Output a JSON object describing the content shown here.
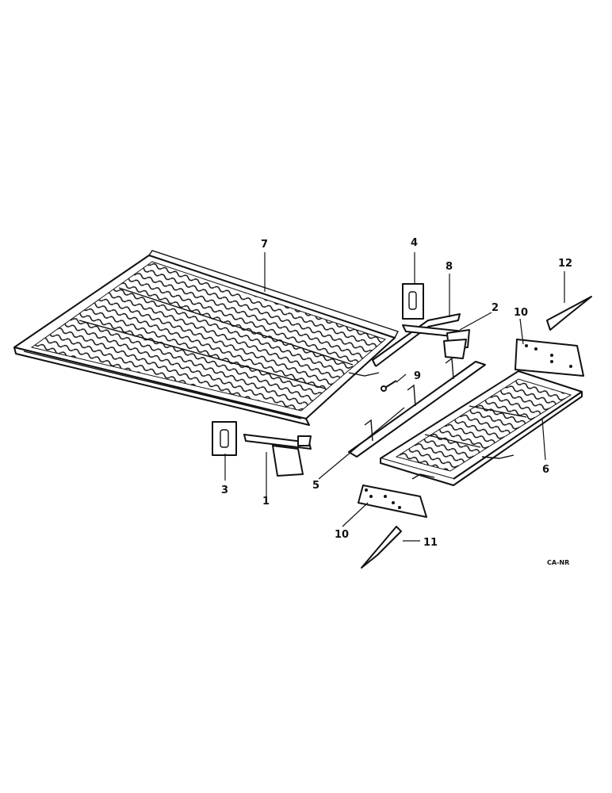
{
  "callouts": {
    "c1": "1",
    "c2": "2",
    "c3": "3",
    "c4": "4",
    "c5": "5",
    "c6": "6",
    "c7": "7",
    "c8": "8",
    "c9": "9",
    "c10a": "10",
    "c10b": "10",
    "c11": "11",
    "c12": "12"
  },
  "drawing_code": "CA-NR"
}
